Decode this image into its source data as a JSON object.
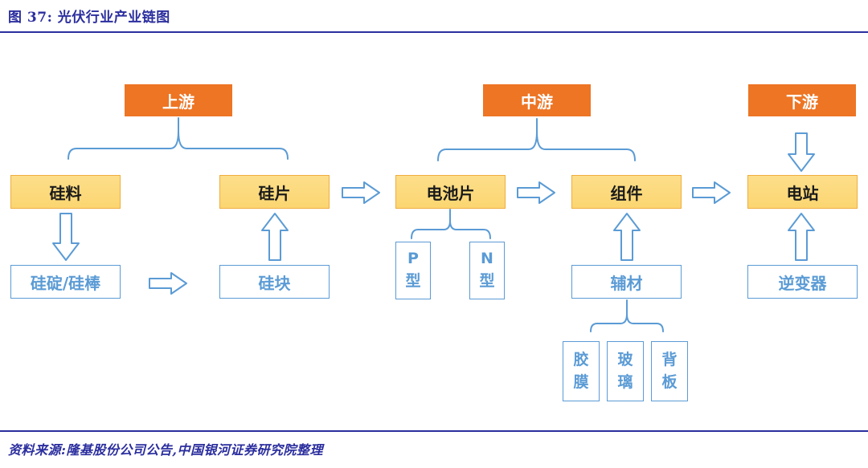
{
  "figure": {
    "title": "图 37: 光伏行业产业链图",
    "source": "资料来源:隆基股份公司公告,中国银河证券研究院整理"
  },
  "colors": {
    "navy": "#2B2E9E",
    "stage_orange": "#ED7524",
    "chain_fill": "#FCD97B",
    "chain_border": "#EFAD3F",
    "diagram_blue": "#5B9BD5",
    "chain_text": "#1A1A1A"
  },
  "stages": [
    {
      "id": "upstream",
      "label": "上游"
    },
    {
      "id": "midstream",
      "label": "中游"
    },
    {
      "id": "downstream",
      "label": "下游"
    }
  ],
  "chain": [
    {
      "id": "silicon-material",
      "label": "硅料"
    },
    {
      "id": "silicon-wafer",
      "label": "硅片"
    },
    {
      "id": "cell",
      "label": "电池片"
    },
    {
      "id": "module",
      "label": "组件"
    },
    {
      "id": "power-station",
      "label": "电站"
    }
  ],
  "sub_nodes": {
    "ingot_rod": "硅碇/硅棒",
    "silicon_block": "硅块",
    "p_type": "P型",
    "n_type": "N型",
    "aux_material": "辅材",
    "inverter": "逆变器",
    "film": "胶膜",
    "glass": "玻璃",
    "backsheet": "背板"
  }
}
